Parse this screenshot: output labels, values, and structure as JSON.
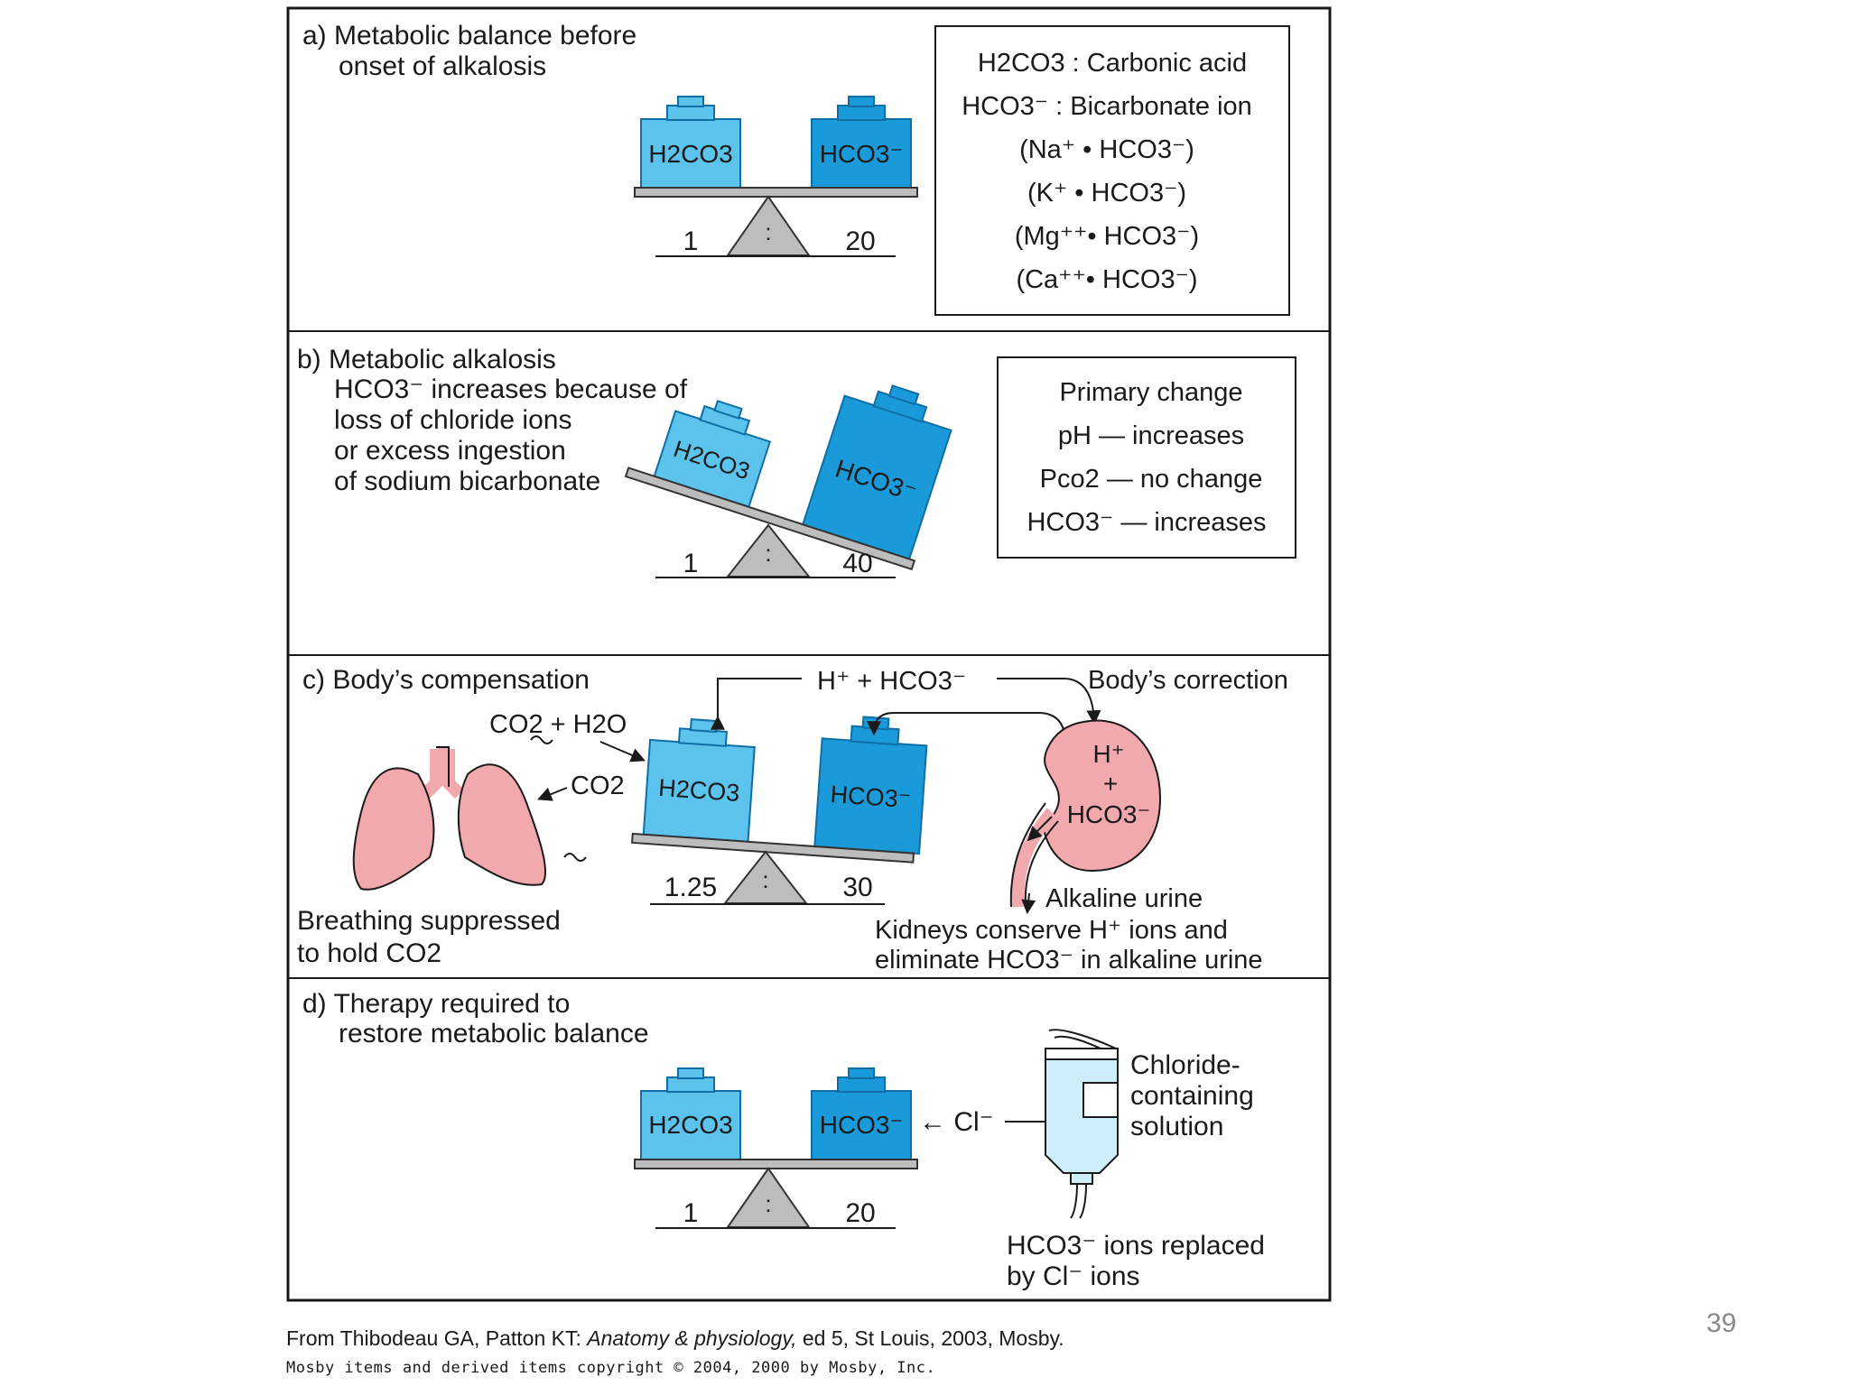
{
  "panels": {
    "a": {
      "title_line1": "a) Metabolic balance before",
      "title_line2": "onset of alkalosis",
      "left_weight": "H2CO3",
      "right_weight": "HCO3⁻",
      "ratio_left": "1",
      "ratio_right": "20",
      "ratio_sep": ":",
      "legend": [
        "H2CO3 : Carbonic acid",
        "HCO3⁻ : Bicarbonate ion",
        "(Na⁺ • HCO3⁻)",
        "(K⁺ • HCO3⁻)",
        "(Mg⁺⁺• HCO3⁻)",
        "(Ca⁺⁺• HCO3⁻)"
      ]
    },
    "b": {
      "title_lines": [
        "b) Metabolic alkalosis",
        "HCO3⁻ increases because of",
        "loss of chloride ions",
        "or excess ingestion",
        "of sodium bicarbonate"
      ],
      "left_weight": "H2CO3",
      "right_weight": "HCO3⁻",
      "ratio_left": "1",
      "ratio_right": "40",
      "ratio_sep": ":",
      "box": [
        "Primary change",
        "pH — increases",
        "Pco2 — no change",
        "HCO3⁻ — increases"
      ]
    },
    "c": {
      "title": "c) Body’s compensation",
      "co2_h2o": "CO2 + H2O",
      "co2": "CO2",
      "h_hco3": "H⁺ + HCO3⁻",
      "correction": "Body’s correction",
      "kidney_h": "H⁺",
      "kidney_plus": "+",
      "kidney_hco3": "HCO3⁻",
      "left_weight": "H2CO3",
      "right_weight": "HCO3⁻",
      "ratio_left": "1.25",
      "ratio_right": "30",
      "ratio_sep": ":",
      "breathing_line1": "Breathing suppressed",
      "breathing_line2": "to hold CO2",
      "alkaline_urine": "Alkaline urine",
      "kidney_text_line1": "Kidneys conserve H⁺ ions and",
      "kidney_text_line2": "eliminate HCO3⁻ in alkaline urine"
    },
    "d": {
      "title_line1": "d) Therapy required to",
      "title_line2": "restore metabolic balance",
      "left_weight": "H2CO3",
      "right_weight": "HCO3⁻",
      "ratio_left": "1",
      "ratio_right": "20",
      "ratio_sep": ":",
      "cl": "← Cl⁻",
      "solution": [
        "Chloride-",
        "containing",
        "solution"
      ],
      "replaced_line1": "HCO3⁻ ions replaced",
      "replaced_line2": "by Cl⁻ ions"
    }
  },
  "citation": {
    "prefix": "From Thibodeau GA, Patton KT: ",
    "book": "Anatomy & physiology,",
    "suffix": " ed 5, St Louis, 2003, Mosby."
  },
  "copyright": "Mosby items and derived items copyright © 2004, 2000 by Mosby, Inc.",
  "page_number": "39",
  "colors": {
    "light_weight": "#5bc3ec",
    "dark_weight": "#1a9ad9",
    "organ": "#f2a9ad",
    "iv_bag": "#cdeefb",
    "fulcrum": "#bdbdbd"
  },
  "icons": [
    "lungs-icon",
    "kidney-icon",
    "iv-bag-icon",
    "balance-scale-icon"
  ]
}
